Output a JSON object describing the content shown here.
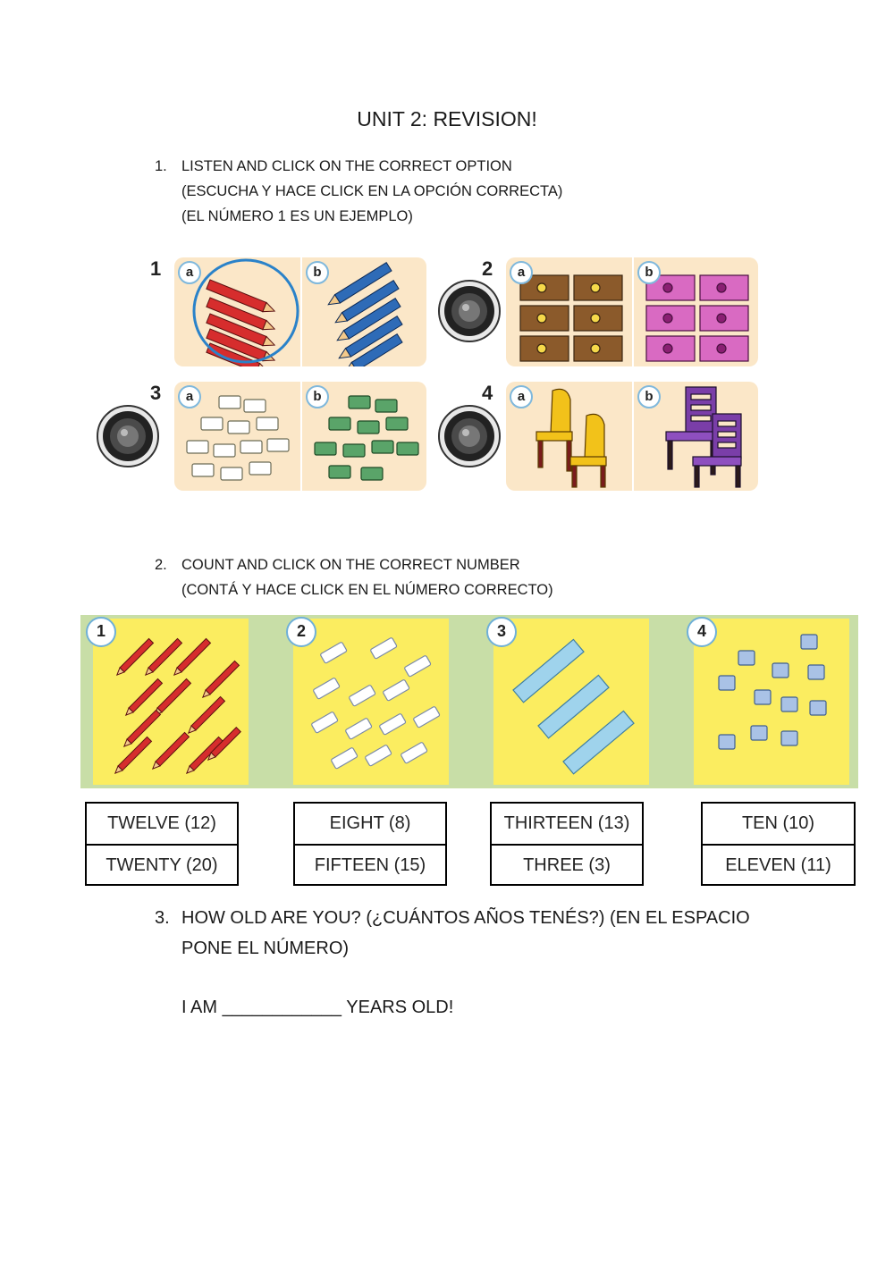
{
  "title": "UNIT 2: REVISION!",
  "ex1": {
    "number": "1.",
    "lines": [
      "LISTEN AND CLICK ON THE CORRECT OPTION",
      "(ESCUCHA Y HACE CLICK EN LA OPCIÓN CORRECTA)",
      "(EL NÚMERO 1 ES UN EJEMPLO)"
    ],
    "questions": [
      {
        "num": "1",
        "a": "a",
        "b": "b",
        "a_item": "red pencils",
        "b_item": "blue pencils",
        "selected": "a"
      },
      {
        "num": "2",
        "a": "a",
        "b": "b",
        "a_item": "brown pencil cases",
        "b_item": "pink pencil cases"
      },
      {
        "num": "3",
        "a": "a",
        "b": "b",
        "a_item": "white rubbers",
        "b_item": "green rubbers"
      },
      {
        "num": "4",
        "a": "a",
        "b": "b",
        "a_item": "yellow chairs",
        "b_item": "purple chairs"
      }
    ],
    "audio_icon": "speaker-icon"
  },
  "ex2": {
    "number": "2.",
    "lines": [
      "COUNT AND CLICK ON THE CORRECT NUMBER",
      "(CONTÁ Y HACE CLICK EN EL NÚMERO CORRECTO)"
    ],
    "items": [
      {
        "num": "1",
        "object": "pencils",
        "options": [
          "TWELVE (12)",
          "TWENTY (20)"
        ]
      },
      {
        "num": "2",
        "object": "rubbers",
        "options": [
          "EIGHT (8)",
          "FIFTEEN (15)"
        ]
      },
      {
        "num": "3",
        "object": "rulers",
        "options": [
          "THIRTEEN (13)",
          "THREE (3)"
        ]
      },
      {
        "num": "4",
        "object": "sharpeners",
        "options": [
          "TEN (10)",
          "ELEVEN (11)"
        ]
      }
    ],
    "colors": {
      "strip": "#c8dea7",
      "box": "#fbed60"
    }
  },
  "ex3": {
    "number": "3.",
    "lines": [
      "HOW OLD ARE YOU? (¿CUÁNTOS AÑOS TENÉS?) (EN EL ESPACIO",
      "PONE EL NÚMERO)"
    ],
    "answer_prefix": "I AM",
    "answer_blank": "____________",
    "answer_suffix": "YEARS OLD!"
  }
}
